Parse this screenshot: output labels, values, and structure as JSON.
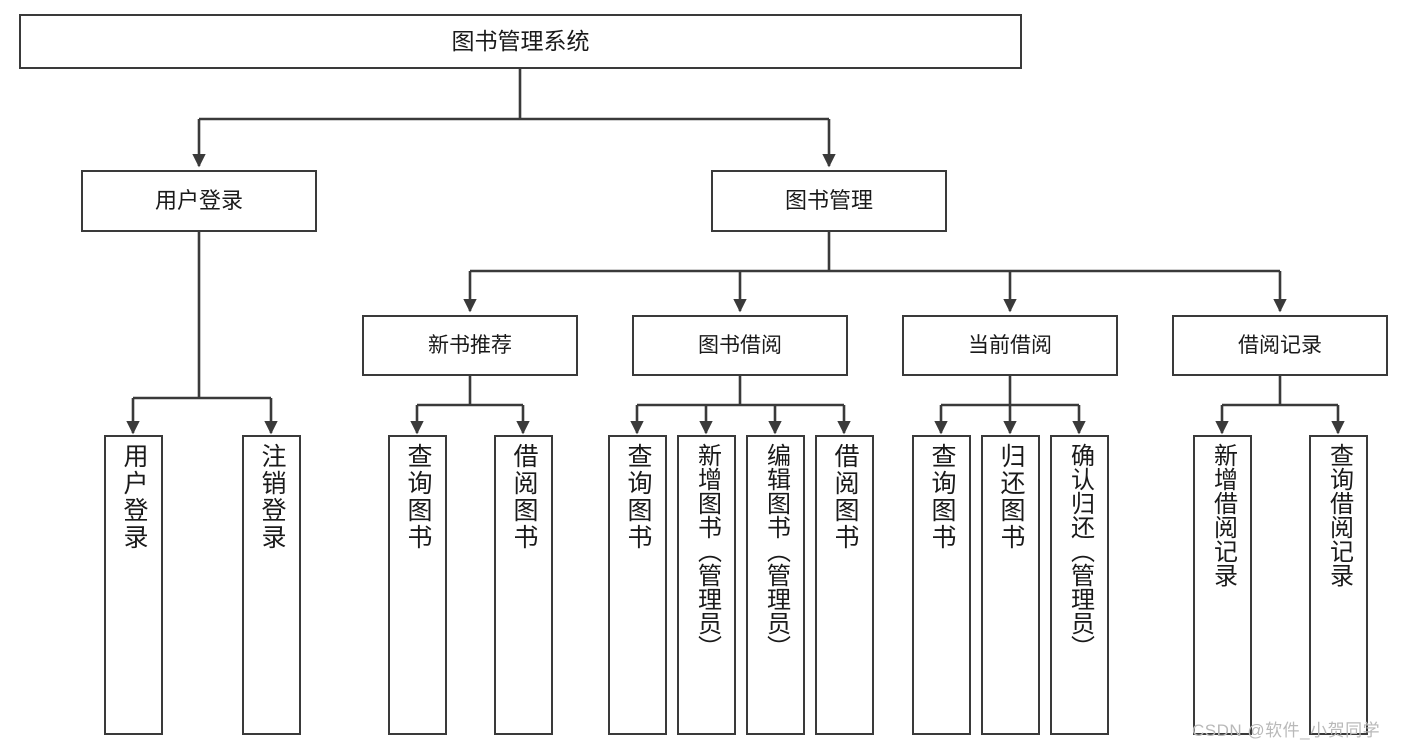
{
  "diagram": {
    "title": "图书管理系统",
    "type": "hierarchy-tree",
    "root": {
      "label": "图书管理系统"
    },
    "tier2": [
      {
        "label": "用户登录"
      },
      {
        "label": "图书管理"
      }
    ],
    "tier3": [
      {
        "label": "新书推荐"
      },
      {
        "label": "图书借阅"
      },
      {
        "label": "当前借阅"
      },
      {
        "label": "借阅记录"
      }
    ],
    "leaves": {
      "user_login": [
        {
          "label": "用户登录"
        },
        {
          "label": "注销登录"
        }
      ],
      "new_book_recommend": [
        {
          "label": "查询图书"
        },
        {
          "label": "借阅图书"
        }
      ],
      "book_borrow": [
        {
          "label": "查询图书"
        },
        {
          "label": "新增图书（管理员）"
        },
        {
          "label": "编辑图书（管理员）"
        },
        {
          "label": "借阅图书"
        }
      ],
      "current_borrow": [
        {
          "label": "查询图书"
        },
        {
          "label": "归还图书"
        },
        {
          "label": "确认归还（管理员）"
        }
      ],
      "borrow_record": [
        {
          "label": "新增借阅记录"
        },
        {
          "label": "查询借阅记录"
        }
      ]
    },
    "watermark": "CSDN @软件_小贺同学",
    "colors": {
      "stroke": "#3a3a3a",
      "fill": "#ffffff",
      "text": "#1a1a1a",
      "watermark": "#b9b9b9"
    }
  }
}
